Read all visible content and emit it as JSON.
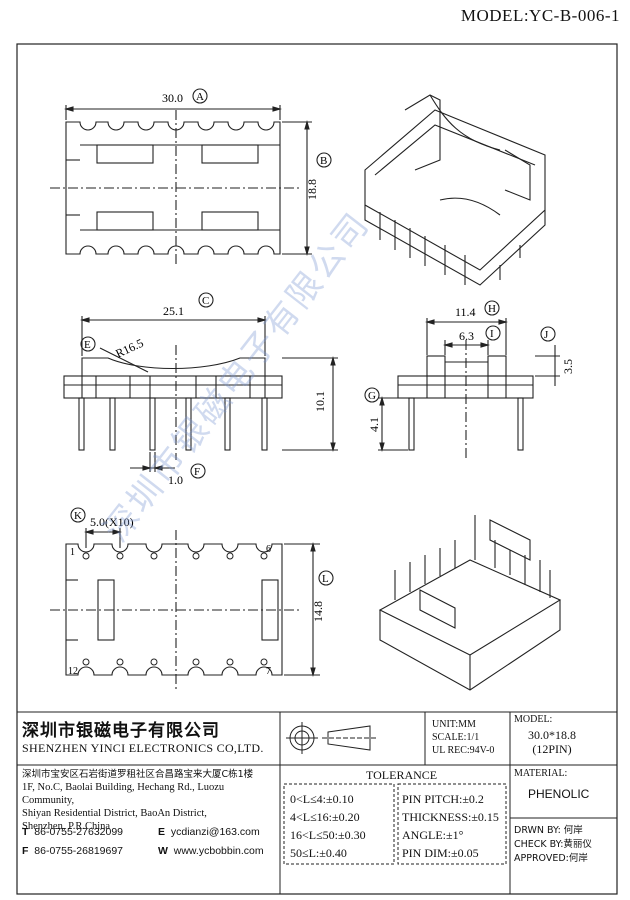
{
  "header": {
    "model": "MODEL:YC-B-006-1"
  },
  "dims": {
    "top_width": "30.0",
    "top_width_tag": "A",
    "top_height": "18.8",
    "top_height_tag": "B",
    "side_length": "25.1",
    "side_length_tag": "C",
    "radius": "R16.5",
    "radius_tag": "E",
    "side_height": "10.1",
    "pin_gap": "1.0",
    "pin_gap_tag": "F",
    "end_width": "11.4",
    "end_width_tag": "H",
    "end_inner": "6.3",
    "end_inner_tag": "I",
    "end_step": "3.5",
    "end_step_tag": "J",
    "pin_len": "4.1",
    "pin_len_tag": "G",
    "pitch": "5.0(X10)",
    "pitch_tag": "K",
    "bottom_height": "14.8",
    "bottom_height_tag": "L",
    "pin1": "1",
    "pin6": "6",
    "pin7": "7",
    "pin12": "12"
  },
  "title_block": {
    "company_cn": "深圳市银磁电子有限公司",
    "company_en": "SHENZHEN YINCI ELECTRONICS CO,LTD.",
    "address_cn": "深圳市宝安区石岩街道罗租社区合昌路宝来大厦C栋1楼",
    "address_en": [
      "1F, No.C, Baolai Building, Hechang Rd., Luozu Community,",
      "Shiyan Residential District, BaoAn District,",
      "Shenzhen, P.R.China"
    ],
    "tel_label": "T",
    "tel": "86-0755-27632099",
    "fax_label": "F",
    "fax": "86-0755-26819697",
    "email_label": "E",
    "email": "ycdianzi@163.com",
    "web_label": "W",
    "web": "www.ycbobbin.com",
    "unit": "UNIT:MM",
    "scale": "SCALE:1/1",
    "ul": "UL REC:94V-0",
    "model_label": "MODEL:",
    "model_value": "30.0*18.8",
    "model_pins": "(12PIN)",
    "material_label": "MATERIAL:",
    "material": "PHENOLIC",
    "tolerance_title": "TOLERANCE",
    "tol_left": [
      "0<L≤4:±0.10",
      "4<L≤16:±0.20",
      "16<L≤50:±0.30",
      "50≤L:±0.40"
    ],
    "tol_right": [
      "PIN PITCH:±0.2",
      "THICKNESS:±0.15",
      "ANGLE:±1°",
      "PIN DIM:±0.05"
    ],
    "drawn_by": "DRWN BY: 何岸",
    "check_by": "CHECK BY:黄丽仪",
    "approved": "APPROVED:何岸"
  },
  "watermark": "深圳市银磁电子有限公司"
}
